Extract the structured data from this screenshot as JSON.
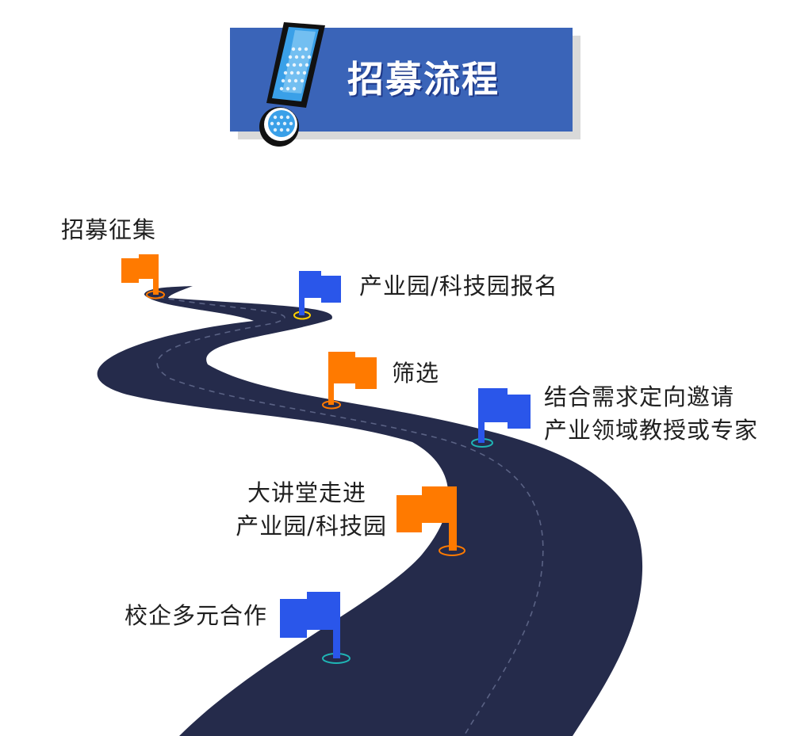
{
  "title": "招募流程",
  "colors": {
    "road": "#252b4b",
    "road_dash": "#5a6284",
    "title_bg": "#3a64b8",
    "orange": "#ff7a00",
    "blue": "#2a56ea",
    "teal": "#1fb5b5"
  },
  "steps": [
    {
      "label": "招募征集",
      "color": "orange"
    },
    {
      "label": "产业园/科技园报名",
      "color": "blue"
    },
    {
      "label": "筛选",
      "color": "orange"
    },
    {
      "label_lines": [
        "结合需求定向邀请",
        "产业领域教授或专家"
      ],
      "color": "blue"
    },
    {
      "label_lines": [
        "大讲堂走进",
        "产业园/科技园"
      ],
      "color": "orange"
    },
    {
      "label": "校企多元合作",
      "color": "blue"
    }
  ]
}
